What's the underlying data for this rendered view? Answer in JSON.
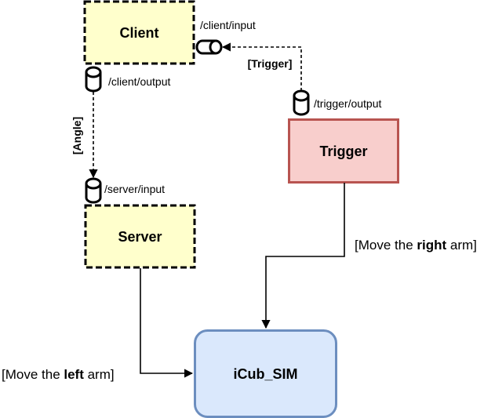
{
  "nodes": {
    "client": {
      "label": "Client",
      "fill": "#ffffcc",
      "stroke": "#000000"
    },
    "server": {
      "label": "Server",
      "fill": "#ffffcc",
      "stroke": "#000000"
    },
    "trigger": {
      "label": "Trigger",
      "fill": "#f8cecc",
      "stroke": "#b85450"
    },
    "icub": {
      "label": "iCub_SIM",
      "fill": "#dae8fc",
      "stroke": "#6c8ebf"
    }
  },
  "ports": {
    "client_input": "/client/input",
    "client_output": "/client/output",
    "server_input": "/server/input",
    "trigger_output": "/trigger/output"
  },
  "edges": {
    "angle": "[Angle]",
    "trigger": "[Trigger]"
  },
  "annotations": {
    "right_arm": {
      "prefix": "[Move the ",
      "bold": "right",
      "suffix": " arm]"
    },
    "left_arm": {
      "prefix": "[Move the ",
      "bold": "left",
      "suffix": " arm]"
    }
  }
}
